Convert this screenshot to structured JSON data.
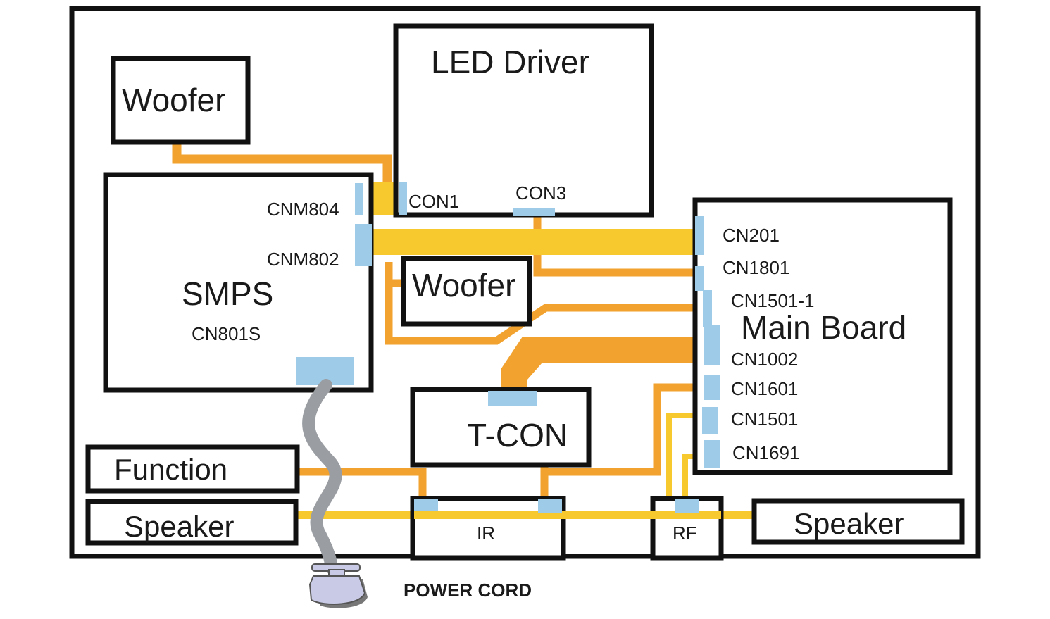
{
  "blocks": {
    "woofer_top": "Woofer",
    "led_driver": "LED Driver",
    "smps": "SMPS",
    "woofer_mid": "Woofer",
    "main_board": "Main Board",
    "t_con": "T-CON",
    "function": "Function",
    "speaker_left": "Speaker",
    "speaker_right": "Speaker",
    "ir": "IR",
    "rf": "RF"
  },
  "connectors": {
    "cnm804": "CNM804",
    "cnm802": "CNM802",
    "cn801s": "CN801S",
    "con1": "CON1",
    "con3": "CON3",
    "cn201": "CN201",
    "cn1801": "CN1801",
    "cn1501_1": "CN1501-1",
    "cn1002": "CN1002",
    "cn1601": "CN1601",
    "cn1501": "CN1501",
    "cn1691": "CN1691"
  },
  "power_cord_label": "POWER CORD",
  "colors": {
    "cable_orange": "#f2a22e",
    "cable_yellow": "#f8c92e",
    "connector_blue": "#9dcbe8",
    "outline": "#111111",
    "cord_gray": "#9a9ea3",
    "plug": "#c9cbe6"
  }
}
